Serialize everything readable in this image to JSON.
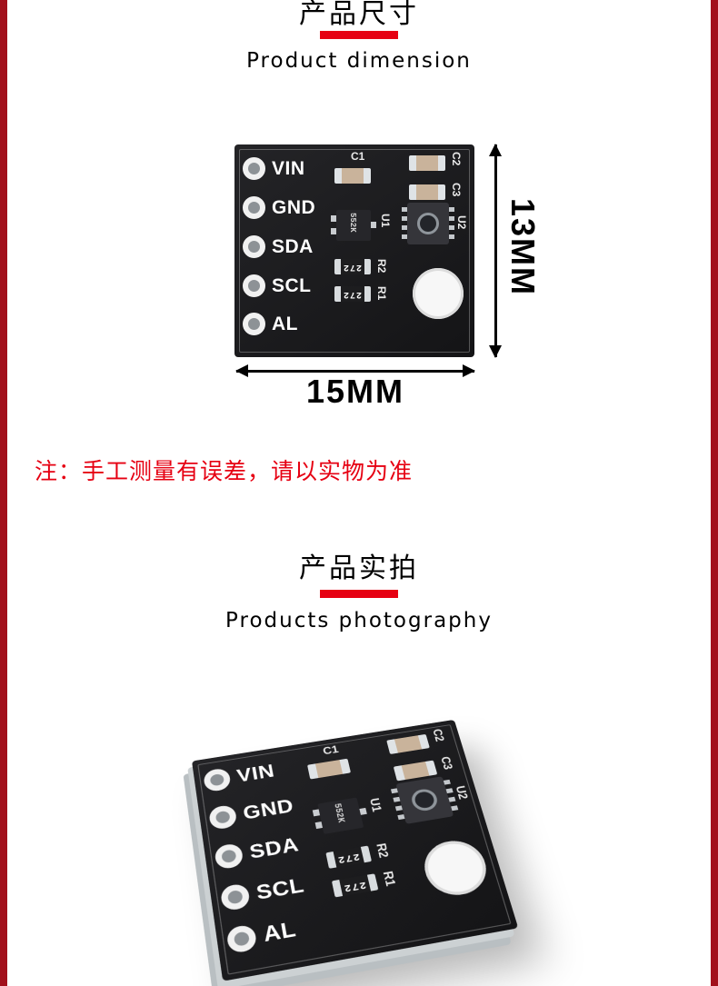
{
  "sections": {
    "dimension": {
      "title_cn": "产品尺寸",
      "title_en": "Product dimension"
    },
    "photo": {
      "title_cn": "产品实拍",
      "title_en": "Products photography"
    }
  },
  "dimensions": {
    "height": "13MM",
    "width": "15MM"
  },
  "note": "注：手工测量有误差，请以实物为准",
  "board": {
    "pins": [
      "VIN",
      "GND",
      "SDA",
      "SCL",
      "AL"
    ],
    "labels": {
      "c1": "C1",
      "c2": "C2",
      "c3": "C3",
      "u1": "U1",
      "u2": "U2",
      "r1": "R1",
      "r2": "R2"
    },
    "u1_marking": "552K",
    "resistor_code": "272"
  },
  "colors": {
    "accent_red": "#e60012",
    "side_strip": "#a2101c",
    "pcb_black": "#1b1b1d"
  }
}
